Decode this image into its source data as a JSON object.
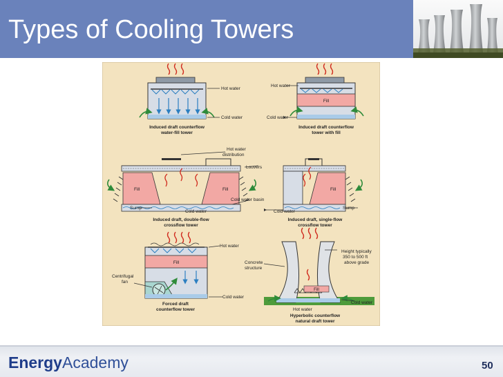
{
  "slide": {
    "title": "Types of Cooling Towers",
    "page_number": "50",
    "logo": {
      "bold": "Energy",
      "regular": "Academy"
    }
  },
  "colors": {
    "header": "#6a82bb",
    "figure_background": "#f3e3bf",
    "fill_media": "#f2a8a4",
    "water_arrow": "#2b7fc1",
    "warm_air": "#d02a1e",
    "cool_air": "#2e8b3a",
    "ground": "#4e9b3b"
  },
  "towers": {
    "t1": {
      "labels": {
        "hot": "Hot water",
        "cold": "Cold water"
      },
      "caption": [
        "Induced draft counterflow",
        "water-fill tower"
      ]
    },
    "t2": {
      "labels": {
        "hot": "Hot water",
        "cold": "Cold water",
        "fill": "Fill"
      },
      "caption": [
        "Induced draft counterflow",
        "tower with fill"
      ]
    },
    "t3": {
      "labels": {
        "dist1": "Hot water",
        "dist2": "distribution",
        "louvers": "Louvers",
        "fill_left": "Fill",
        "fill_right": "Fill",
        "sump": "Sump",
        "cold": "Cold water",
        "basin": "Cold water basin"
      },
      "caption": [
        "Induced draft, double-flow",
        "crossflow tower"
      ]
    },
    "t4": {
      "labels": {
        "fill": "Fill",
        "cold": "Cold water",
        "sump": "Sump"
      },
      "caption": [
        "Induced draft, single-flow",
        "crossflow tower"
      ]
    },
    "t5": {
      "labels": {
        "hot": "Hot water",
        "fill": "Fill",
        "fan1": "Centrifugal",
        "fan2": "fan",
        "cold": "Cold water"
      },
      "caption": [
        "Forced draft",
        "counterflow tower"
      ]
    },
    "t6": {
      "labels": {
        "height1": "Height typically",
        "height2": "350 to 500 ft",
        "height3": "above grade",
        "concrete1": "Concrete",
        "concrete2": "structure",
        "fill": "Fill",
        "cold": "Cold water",
        "hot": "Hot water"
      },
      "caption": [
        "Hyperbolic counterflow",
        "natural draft tower"
      ]
    }
  }
}
